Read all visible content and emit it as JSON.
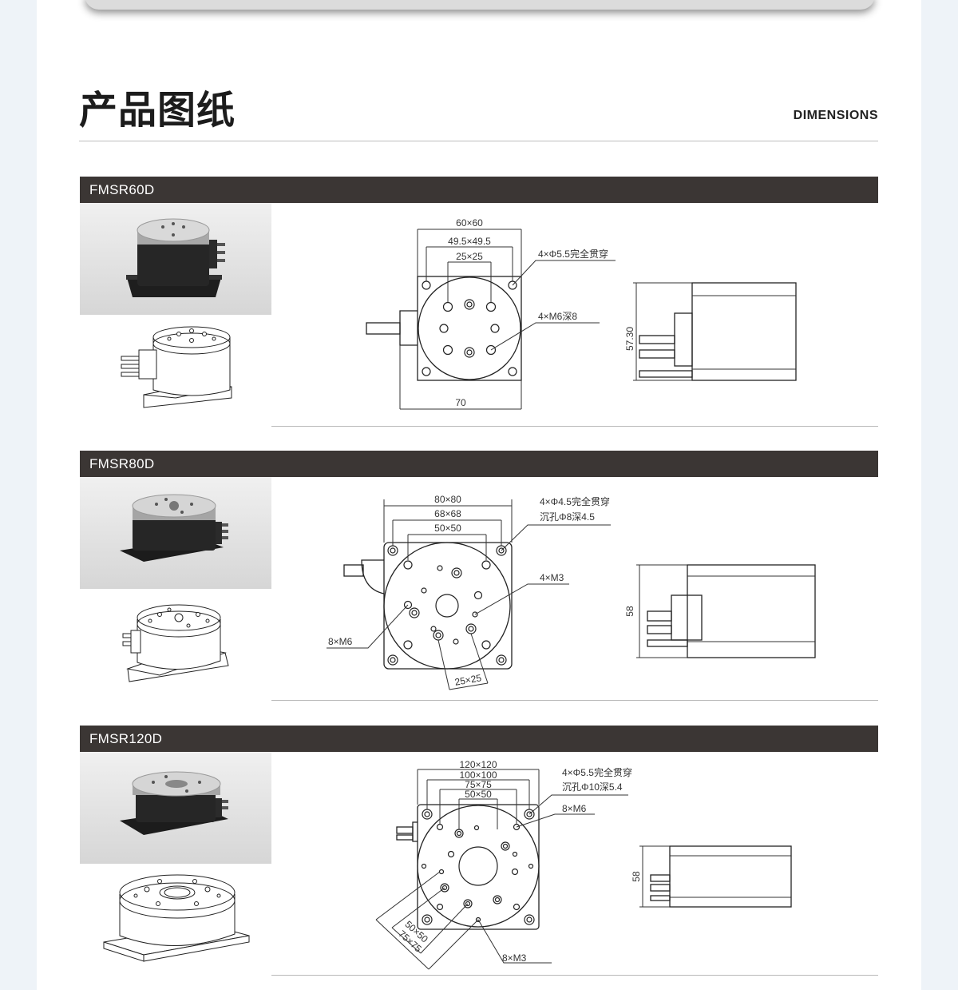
{
  "header": {
    "title": "产品图纸",
    "subtitle": "DIMENSIONS"
  },
  "sections": [
    {
      "model": "FMSR60D",
      "dims": {
        "outer": "60×60",
        "mid": "49.5×49.5",
        "inner": "25×25",
        "width": "70",
        "height": "57.30",
        "holes_through": "4×Φ5.5完全贯穿",
        "holes_thread": "4×M6深8"
      }
    },
    {
      "model": "FMSR80D",
      "dims": {
        "outer": "80×80",
        "mid": "68×68",
        "inner": "50×50",
        "small": "25×25",
        "height": "58",
        "holes_through": "4×Φ4.5完全贯穿",
        "counterbore": "沉孔Φ8深4.5",
        "holes_m3": "4×M3",
        "holes_m6": "8×M6"
      }
    },
    {
      "model": "FMSR120D",
      "dims": {
        "outer": "120×120",
        "mid": "100×100",
        "inner": "75×75",
        "small": "50×50",
        "diag_50": "50×50",
        "diag_75": "75×75",
        "height": "58",
        "holes_through": "4×Φ5.5完全贯穿",
        "counterbore": "沉孔Φ10深5.4",
        "holes_m6": "8×M6",
        "holes_m3": "8×M3"
      }
    }
  ]
}
